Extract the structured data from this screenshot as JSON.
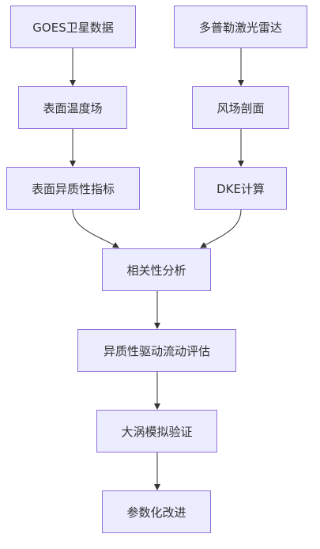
{
  "nodes": {
    "goes": "GOES卫星数据",
    "lidar": "多普勒激光雷达",
    "sst": "表面温度场",
    "wind": "风场剖面",
    "heterogeneity": "表面异质性指标",
    "dke": "DKE计算",
    "correlation": "相关性分析",
    "evaluation": "异质性驱动流动评估",
    "les": "大涡模拟验证",
    "param": "参数化改进"
  },
  "colors": {
    "node_fill": "#ECECFF",
    "node_border": "#9370DB",
    "edge": "#333333",
    "text": "#333333"
  }
}
